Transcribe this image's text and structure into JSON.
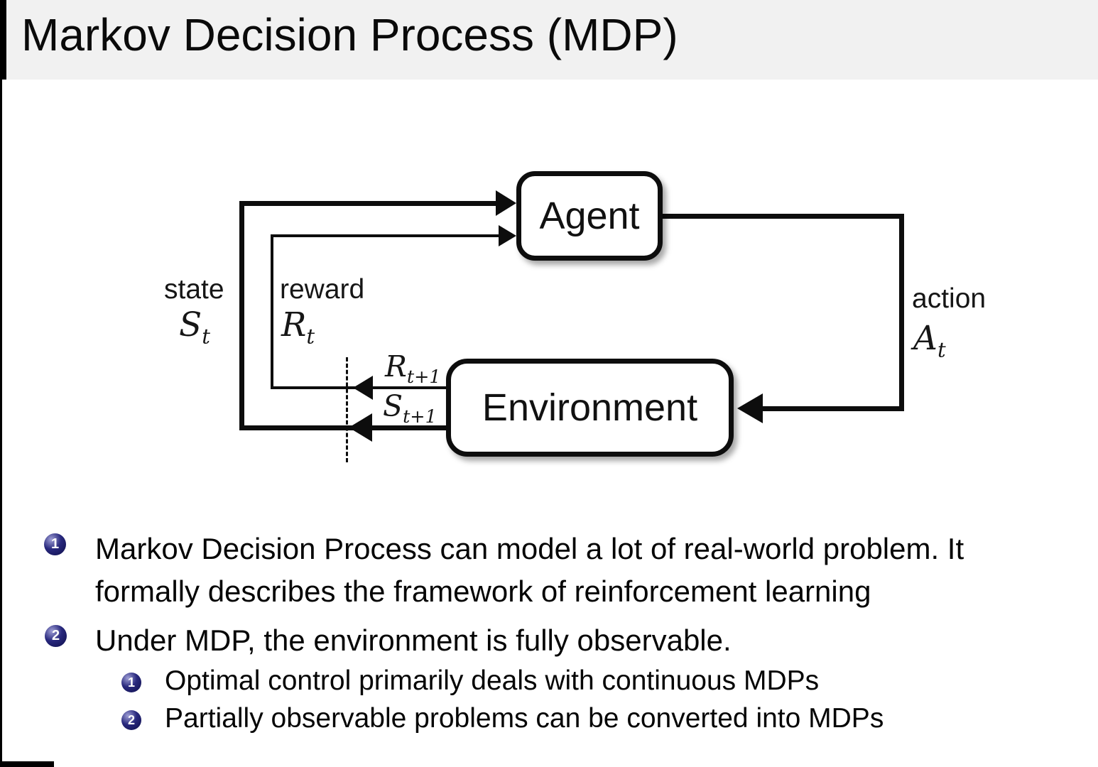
{
  "title": "Markov Decision Process (MDP)",
  "diagram": {
    "agent": "Agent",
    "environment": "Environment",
    "state": {
      "label": "state",
      "symbol": "S",
      "sub": "t"
    },
    "reward": {
      "label": "reward",
      "symbol": "R",
      "sub": "t"
    },
    "action": {
      "label": "action",
      "symbol": "A",
      "sub": "t"
    },
    "next_reward": {
      "symbol": "R",
      "sub": "t+1"
    },
    "next_state": {
      "symbol": "S",
      "sub": "t+1"
    }
  },
  "bullets": [
    {
      "number": "1",
      "lines": [
        "Markov Decision Process can model a lot of real-world problem. It",
        "formally describes the framework of reinforcement learning"
      ]
    },
    {
      "number": "2",
      "lines": [
        "Under MDP, the environment is fully observable."
      ],
      "subitems": [
        {
          "number": "1",
          "text": "Optimal control primarily deals with continuous MDPs"
        },
        {
          "number": "2",
          "text": "Partially observable problems can be converted into MDPs"
        }
      ]
    }
  ],
  "colors": {
    "title_band_bg": "#f1f1f1",
    "text": "#000000",
    "line": "#0d0d0d",
    "bullet_ball_dark": "#10104e",
    "bullet_ball_mid": "#28287d",
    "bullet_ball_light": "#9f9fd6",
    "bullet_number": "#ffffff"
  }
}
